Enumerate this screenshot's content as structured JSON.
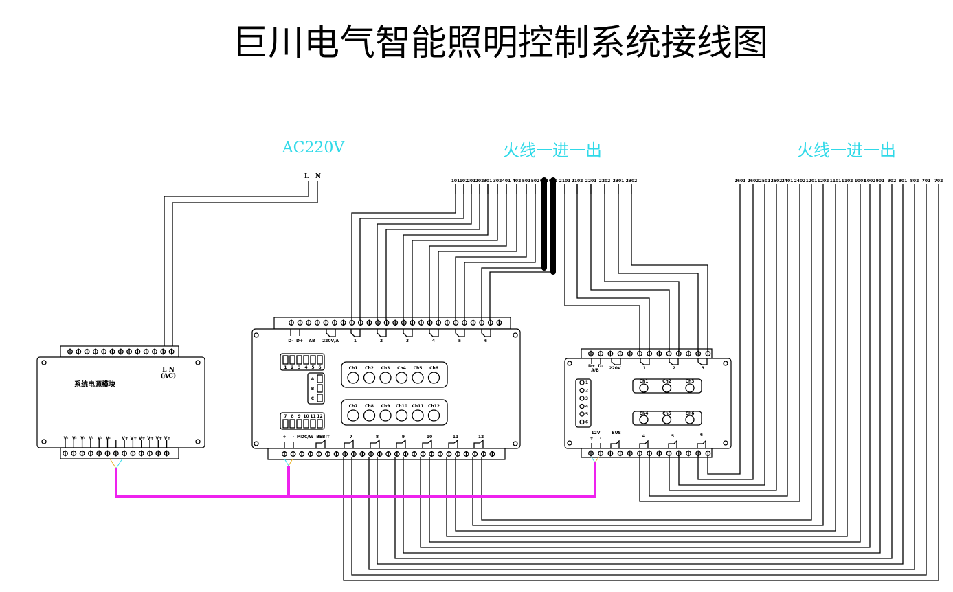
{
  "title": "巨川电气智能照明控制系统接线图",
  "labels": {
    "ac_supply": "AC220V",
    "live_in_out_1": "火线一进一出",
    "live_in_out_2": "火线一进一出",
    "L": "L",
    "N": "N"
  },
  "power_module": {
    "name": "系统电源模块",
    "ln": "L  N",
    "ac": "(AC)",
    "bottom_terms": [
      "V-",
      "V-",
      "V-",
      "V-",
      "V-",
      "V-",
      "",
      "V+",
      "V+",
      "V+",
      "V+",
      "V+",
      "V+"
    ]
  },
  "relay12": {
    "top_labels": [
      "D-",
      "D+",
      "AB",
      "220V/A",
      "1",
      "2",
      "3",
      "4",
      "5",
      "6"
    ],
    "bottom_labels": [
      "+",
      "-",
      "MDC/W",
      "BEBIT",
      "7",
      "8",
      "9",
      "10",
      "11",
      "12"
    ],
    "dip1": [
      "1",
      "2",
      "3",
      "4",
      "5",
      "6"
    ],
    "dip2": [
      "7",
      "8",
      "9",
      "10",
      "11",
      "12"
    ],
    "leds1": [
      "Ch1",
      "Ch2",
      "Ch3",
      "Ch4",
      "Ch5",
      "Ch6"
    ],
    "leds2": [
      "Ch7",
      "Ch8",
      "Ch9",
      "Ch10",
      "Ch11",
      "Ch12"
    ],
    "side": [
      "A",
      "B",
      "C"
    ]
  },
  "relay6": {
    "top_labels": [
      "D+",
      "D-",
      "A/B",
      "220V",
      "1",
      "2",
      "3"
    ],
    "bottom_labels": [
      "+",
      "-",
      "12V",
      "BUS",
      "4",
      "5",
      "6"
    ],
    "side": [
      "1",
      "2",
      "3",
      "4",
      "5",
      "6"
    ],
    "leds1": [
      "Ch1",
      "Ch2",
      "Ch3"
    ],
    "leds2": [
      "Ch4",
      "Ch5",
      "Ch6"
    ]
  },
  "wire_labels_1": [
    "101",
    "102",
    "201",
    "202",
    "301",
    "302",
    "401",
    "402",
    "501",
    "502",
    "601",
    "602",
    "2101",
    "2102",
    "2201",
    "2202",
    "2301",
    "2302"
  ],
  "wire_labels_2": [
    "2601",
    "2602",
    "2501",
    "2502",
    "2401",
    "2402",
    "1201",
    "1202",
    "1101",
    "1102",
    "1001",
    "1002",
    "901",
    "902",
    "801",
    "802",
    "701",
    "702"
  ]
}
